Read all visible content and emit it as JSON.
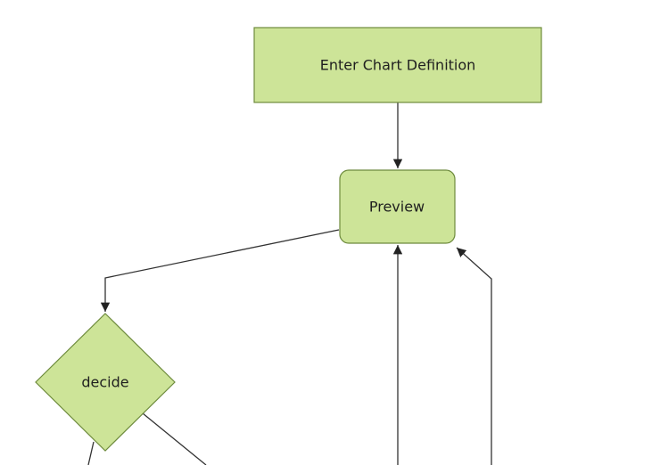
{
  "diagram": {
    "type": "flowchart",
    "direction": "top-down",
    "nodes": [
      {
        "id": "A",
        "label": "Enter Chart Definition",
        "shape": "rectangle"
      },
      {
        "id": "B",
        "label": "Preview",
        "shape": "rounded-rectangle"
      },
      {
        "id": "C",
        "label": "decide",
        "shape": "diamond"
      }
    ],
    "edges": [
      {
        "from": "A",
        "to": "B",
        "arrowhead": true
      },
      {
        "from": "B",
        "to": "C",
        "arrowhead": true
      },
      {
        "from": "offscreen-bottom-center",
        "to": "B",
        "arrowhead": true
      },
      {
        "from": "offscreen-bottom-right",
        "to": "B",
        "arrowhead": true
      },
      {
        "from": "C",
        "to": "offscreen-bottom-left",
        "arrowhead": false
      },
      {
        "from": "C",
        "to": "offscreen-bottom-right",
        "arrowhead": false
      }
    ],
    "colors": {
      "node_fill": "#cde498",
      "node_border": "#6e8b3d",
      "edge_line": "#333333",
      "arrowhead": "#222222",
      "label_text": "#1f1f1f",
      "background": "#ffffff"
    }
  }
}
